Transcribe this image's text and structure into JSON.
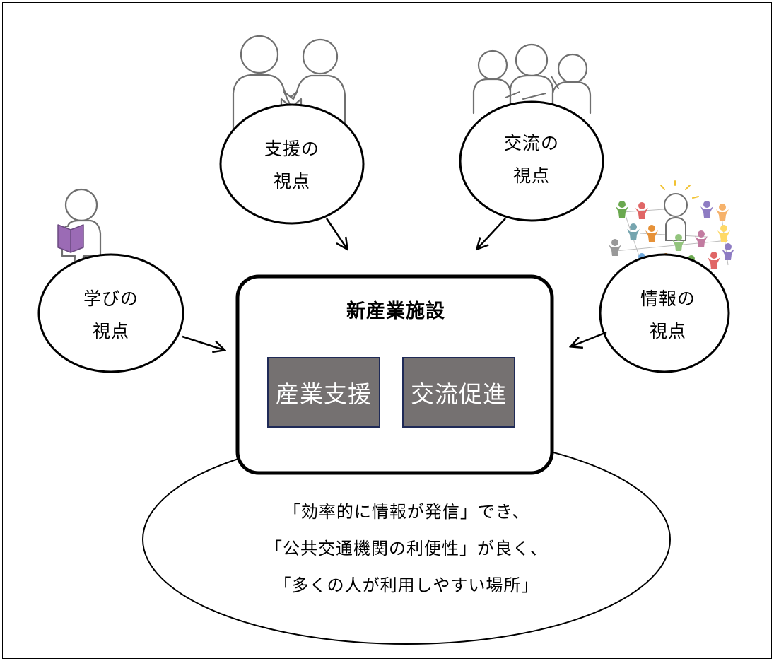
{
  "viewpoints": {
    "support": {
      "line1": "支援の",
      "line2": "視点",
      "icon": "handshake-people-icon"
    },
    "exchange": {
      "line1": "交流の",
      "line2": "視点",
      "icon": "group-discussion-icon"
    },
    "learning": {
      "line1": "学びの",
      "line2": "視点",
      "icon": "person-reading-icon"
    },
    "information": {
      "line1": "情報の",
      "line2": "視点",
      "icon": "crowd-network-icon"
    }
  },
  "facility": {
    "title": "新産業施設",
    "functions": [
      "産業支援",
      "交流促進"
    ]
  },
  "summary": {
    "lines": [
      "「効率的に情報が発信」でき、",
      "「公共交通機関の利便性」が良く、",
      "「多くの人が利用しやすい場所」"
    ]
  },
  "colors": {
    "function_box_fill": "#757171",
    "function_box_border": "#1f2a57",
    "book": "#9b6bb5",
    "crowd": [
      "#6aa84f",
      "#e06666",
      "#8e7cc3",
      "#f6b26b",
      "#76a5af",
      "#e69138",
      "#93c47d",
      "#c27ba0",
      "#ffd966",
      "#999999",
      "#6fa8dc",
      "#b45f06"
    ]
  }
}
